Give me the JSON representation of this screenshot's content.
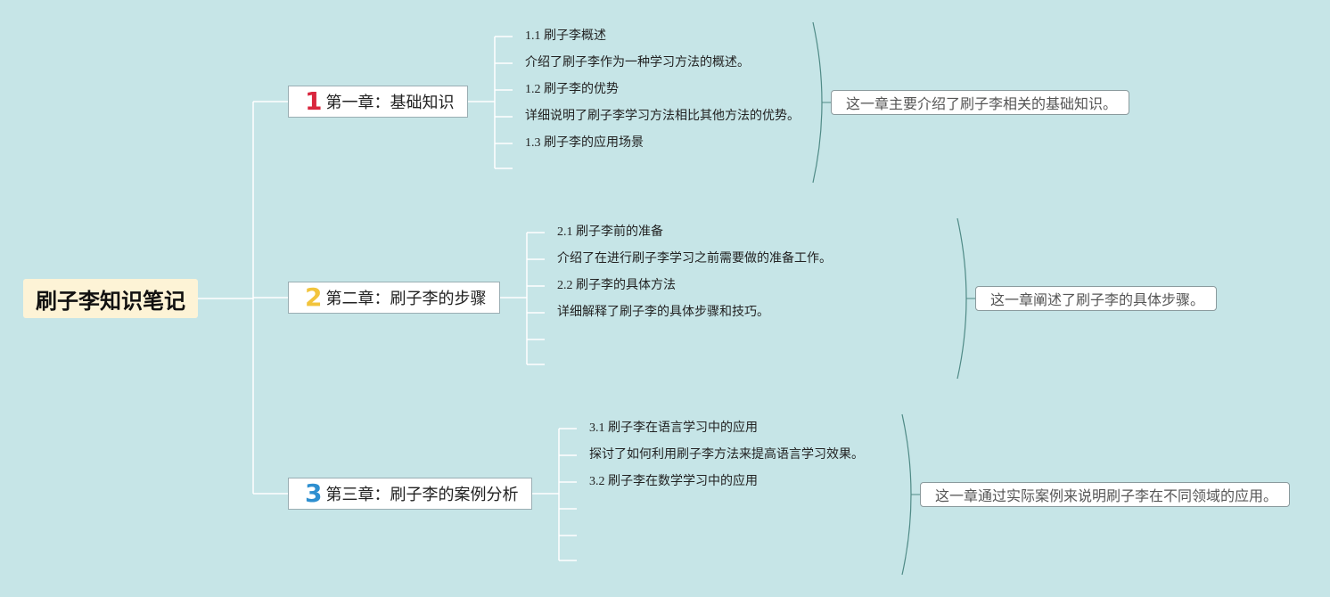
{
  "root": {
    "label": "刷子李知识笔记"
  },
  "chapters": [
    {
      "number": "1",
      "number_color": "#d9263d",
      "title": "第一章：基础知识",
      "items": [
        "1.1 刷子李概述",
        "介绍了刷子李作为一种学习方法的概述。",
        "1.2 刷子李的优势",
        "详细说明了刷子李学习方法相比其他方法的优势。",
        "1.3 刷子李的应用场景",
        ""
      ],
      "summary": "这一章主要介绍了刷子李相关的基础知识。"
    },
    {
      "number": "2",
      "number_color": "#f2c43c",
      "title": "第二章：刷子李的步骤",
      "items": [
        "2.1 刷子李前的准备",
        "介绍了在进行刷子李学习之前需要做的准备工作。",
        "2.2 刷子李的具体方法",
        "详细解释了刷子李的具体步骤和技巧。",
        "",
        ""
      ],
      "summary": "这一章阐述了刷子李的具体步骤。"
    },
    {
      "number": "3",
      "number_color": "#2e8fd0",
      "title": "第三章：刷子李的案例分析",
      "items": [
        "3.1 刷子李在语言学习中的应用",
        "探讨了如何利用刷子李方法来提高语言学习效果。",
        "3.2 刷子李在数学学习中的应用",
        "",
        "",
        ""
      ],
      "summary": "这一章通过实际案例来说明刷子李在不同领域的应用。"
    }
  ],
  "colors": {
    "background": "#c6e5e7",
    "connector": "#ffffff",
    "brace": "#4f8a86"
  }
}
